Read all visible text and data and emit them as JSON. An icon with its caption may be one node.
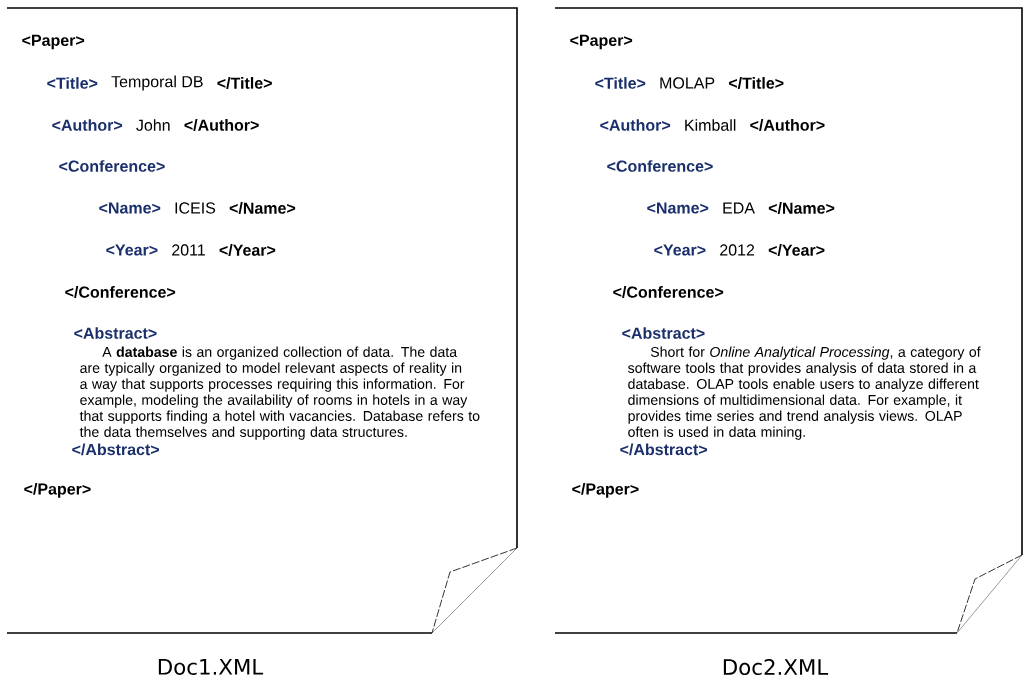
{
  "diagram": {
    "nodes": [
      {
        "text": [
          "<Paper>",
          "<Title>",
          "Temporal DB",
          "</Title>",
          "<Author>",
          "John",
          "</Author>",
          "<Conference>",
          "<Name>",
          "ICEIS",
          "</Name>",
          "<Year>",
          "2011",
          "</Year>",
          "</Conference>",
          "<Abstract>",
          "A **database** is an organized collection of data. The data are typically organized to model relevant aspects of reality in a way that supports processes requiring this information. For example, modeling the availability of rooms in hotels in a way that supports finding a hotel with vacancies. Database refers to the data themselves and supporting data structures.",
          "</Abstract>",
          "</Paper>"
        ],
        "beside": [
          "Doc1.XML"
        ]
      },
      {
        "text": [
          "<Paper>",
          "<Title>",
          "MOLAP",
          "</Title>",
          "<Author>",
          "Kimball",
          "</Author>",
          "<Conference>",
          "<Name>",
          "EDA",
          "</Name>",
          "<Year>",
          "2012",
          "</Year>",
          "</Conference>",
          "<Abstract>",
          "Short for *Online Analytical Processing*, a category of software tools that provides analysis of data stored in a database. OLAP tools enable users to analyze different dimensions of multidimensional data. For example, it provides time series and trend analysis views. OLAP often is used in data mining.",
          "</Abstract>",
          "</Paper>"
        ],
        "beside": [
          "Doc2.XML"
        ]
      }
    ]
  }
}
